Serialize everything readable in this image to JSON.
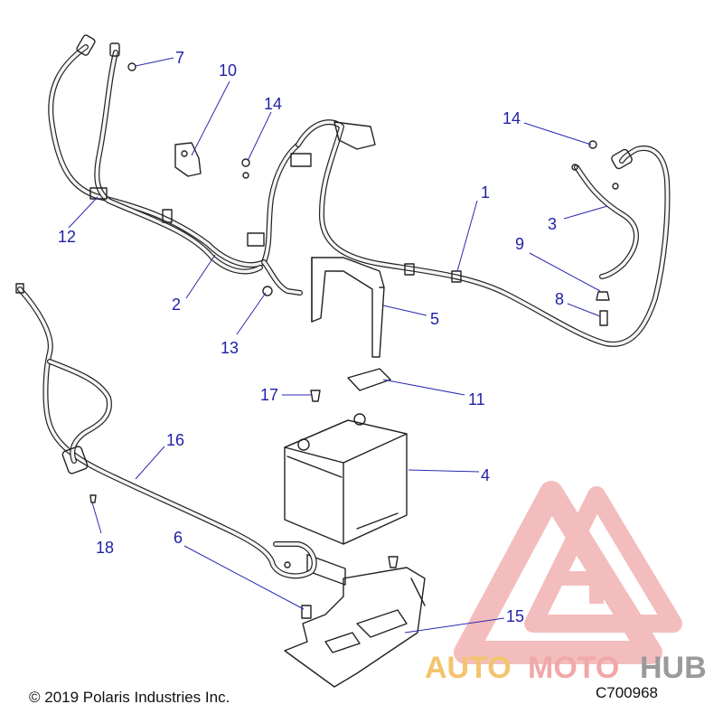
{
  "callouts": [
    {
      "id": "1",
      "label": "1"
    },
    {
      "id": "2",
      "label": "2"
    },
    {
      "id": "3",
      "label": "3"
    },
    {
      "id": "4",
      "label": "4"
    },
    {
      "id": "5",
      "label": "5"
    },
    {
      "id": "6",
      "label": "6"
    },
    {
      "id": "7",
      "label": "7"
    },
    {
      "id": "8",
      "label": "8"
    },
    {
      "id": "9",
      "label": "9"
    },
    {
      "id": "10",
      "label": "10"
    },
    {
      "id": "11",
      "label": "11"
    },
    {
      "id": "12",
      "label": "12"
    },
    {
      "id": "13",
      "label": "13"
    },
    {
      "id": "14a",
      "label": "14"
    },
    {
      "id": "14b",
      "label": "14"
    },
    {
      "id": "15",
      "label": "15"
    },
    {
      "id": "16",
      "label": "16"
    },
    {
      "id": "17",
      "label": "17"
    },
    {
      "id": "18",
      "label": "18"
    }
  ],
  "footer": {
    "copyright": "© 2019 Polaris Industries Inc.",
    "figure_number": "C700968"
  },
  "watermark": {
    "part1": "AUTO",
    "part2": "MOTO",
    "part3": "HUB",
    "color_primary": "#f0a8a8",
    "color_secondary": "#f3c46e",
    "color_tertiary": "#9a9a9a"
  }
}
